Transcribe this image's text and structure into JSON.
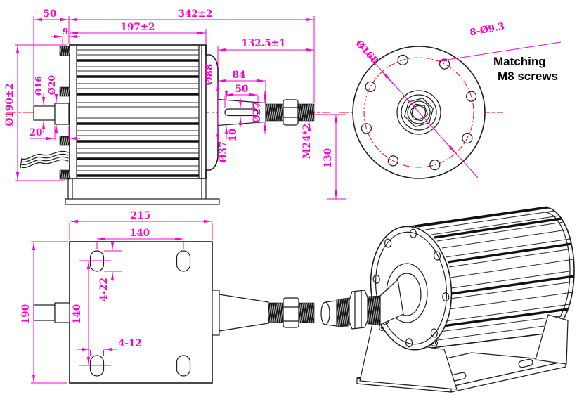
{
  "colors": {
    "dimension": "#ff00cc",
    "centerline": "#ff0000",
    "line": "#1c1c1c",
    "note": "#000000"
  },
  "side_view": {
    "len_rear": "50",
    "len_total": "342±2",
    "len_body": "197±2",
    "step": "9",
    "len_shaft": "132.5±1",
    "len_taper": "84",
    "len_keyway": "50",
    "dia_boss": "Ø88",
    "dia_tip": "Ø27",
    "key_width": "10",
    "dia_taper": "Ø37",
    "thread_spec": "M24*2",
    "dia_stub": "Ø16",
    "dia_step": "Ø20",
    "len_stub": "20",
    "dia_body": "Ø190±2",
    "axis_height": "130"
  },
  "front_view": {
    "dia_bolt_circle": "Ø168",
    "bolt_holes": "8-Ø9.3",
    "note_line1": "Matching",
    "note_line2": "M8 screws"
  },
  "top_view": {
    "plate_width": "215",
    "hole_span_h": "140",
    "plate_depth": "190",
    "hole_span_v": "140",
    "slot_count_len": "4-22",
    "slot_count_wid": "4-12"
  }
}
